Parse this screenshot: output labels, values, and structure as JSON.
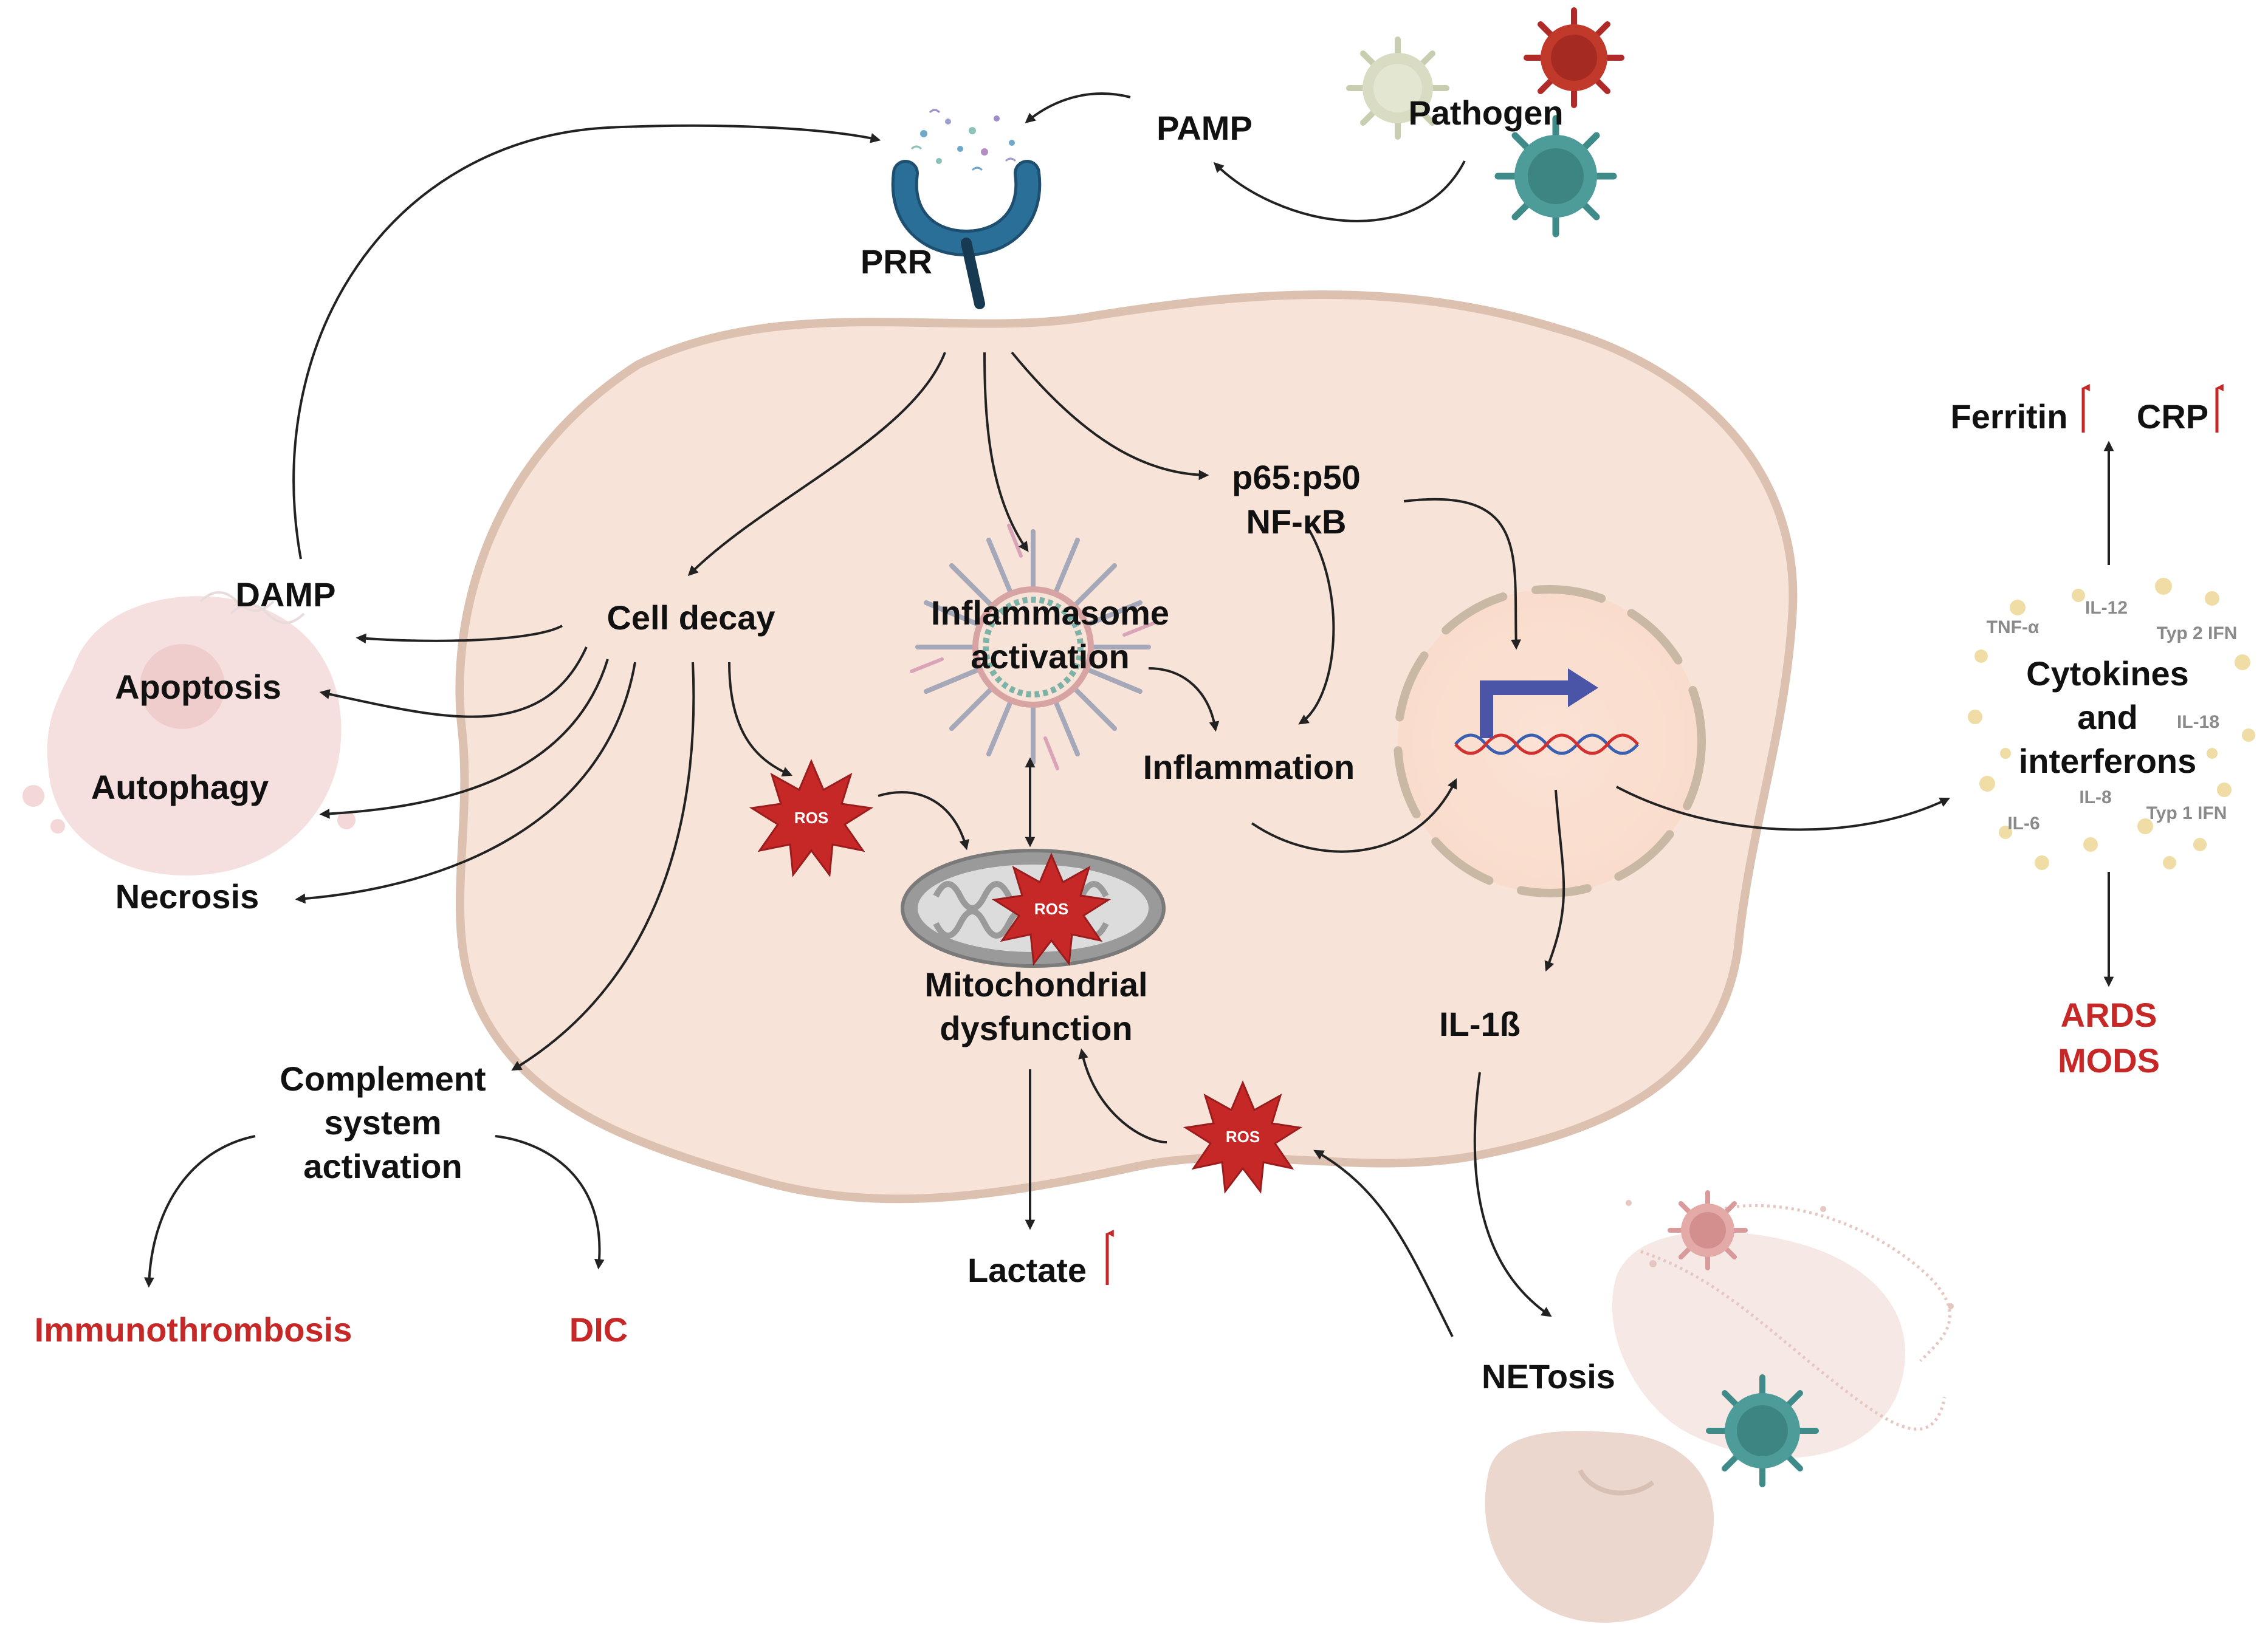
{
  "labels": {
    "pamp": "PAMP",
    "pathogen": "Pathogen",
    "prr": "PRR",
    "damp": "DAMP",
    "apoptosis": "Apoptosis",
    "autophagy": "Autophagy",
    "necrosis": "Necrosis",
    "cell_decay": "Cell decay",
    "inflammasome_line1": "Inflammasome",
    "inflammasome_line2": "activation",
    "nfkb_line1": "p65:p50",
    "nfkb_line2": "NF-κB",
    "inflammation": "Inflammation",
    "mito_line1": "Mitochondrial",
    "mito_line2": "dysfunction",
    "il1b": "IL-1ß",
    "complement_line1": "Complement",
    "complement_line2": "system",
    "complement_line3": "activation",
    "lactate": "Lactate",
    "netosis": "NETosis",
    "ferritin": "Ferritin",
    "crp": "CRP",
    "cytokines_line1": "Cytokines",
    "cytokines_line2": "and",
    "cytokines_line3": "interferons",
    "ros": "ROS"
  },
  "cytokine_tags": {
    "tnf": "TNF-α",
    "il12": "IL-12",
    "typ2": "Typ 2 IFN",
    "il18": "IL-18",
    "il8": "IL-8",
    "il6": "IL-6",
    "typ1": "Typ 1 IFN"
  },
  "outcomes": {
    "immunothrombosis": "Immunothrombosis",
    "dic": "DIC",
    "ards": "ARDS",
    "mods": "MODS"
  },
  "colors": {
    "cell_fill": "#f7e3d8",
    "cell_stroke": "#dcc0b0",
    "outcome_red": "#c62828",
    "receptor_blue": "#2a6f97",
    "ros_red": "#c62828",
    "dna_blue": "#3a5fb0",
    "dna_red": "#d32f2f",
    "promoter_blue": "#4a55a8"
  }
}
